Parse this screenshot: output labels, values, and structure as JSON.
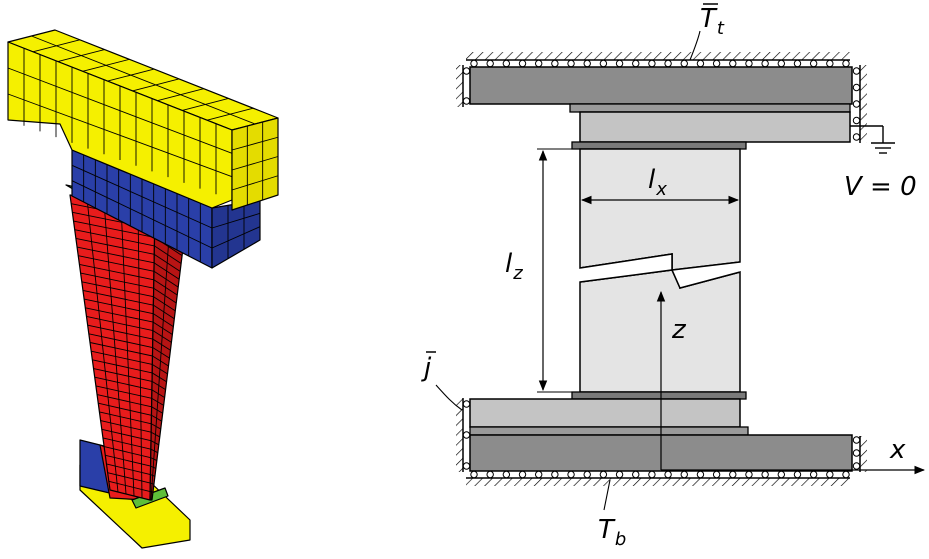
{
  "colors": {
    "mesh_yellow": "#f5f000",
    "mesh_blue": "#2a3fa8",
    "mesh_red": "#e81c1c",
    "mesh_green": "#5fbf3a",
    "plate_dark": "#8c8c8c",
    "plate_light": "#c4c4c4",
    "sample": "#e4e4e4"
  },
  "labels": {
    "top_temperature": {
      "base": "T",
      "sub": "t"
    },
    "bottom_temperature": {
      "base": "T",
      "sub": "b"
    },
    "current_density": "j",
    "voltage_ground": "V = 0",
    "length_x": {
      "base": "l",
      "sub": "x"
    },
    "length_z": {
      "base": "l",
      "sub": "z"
    },
    "axis_z": "z",
    "axis_x": "x"
  }
}
